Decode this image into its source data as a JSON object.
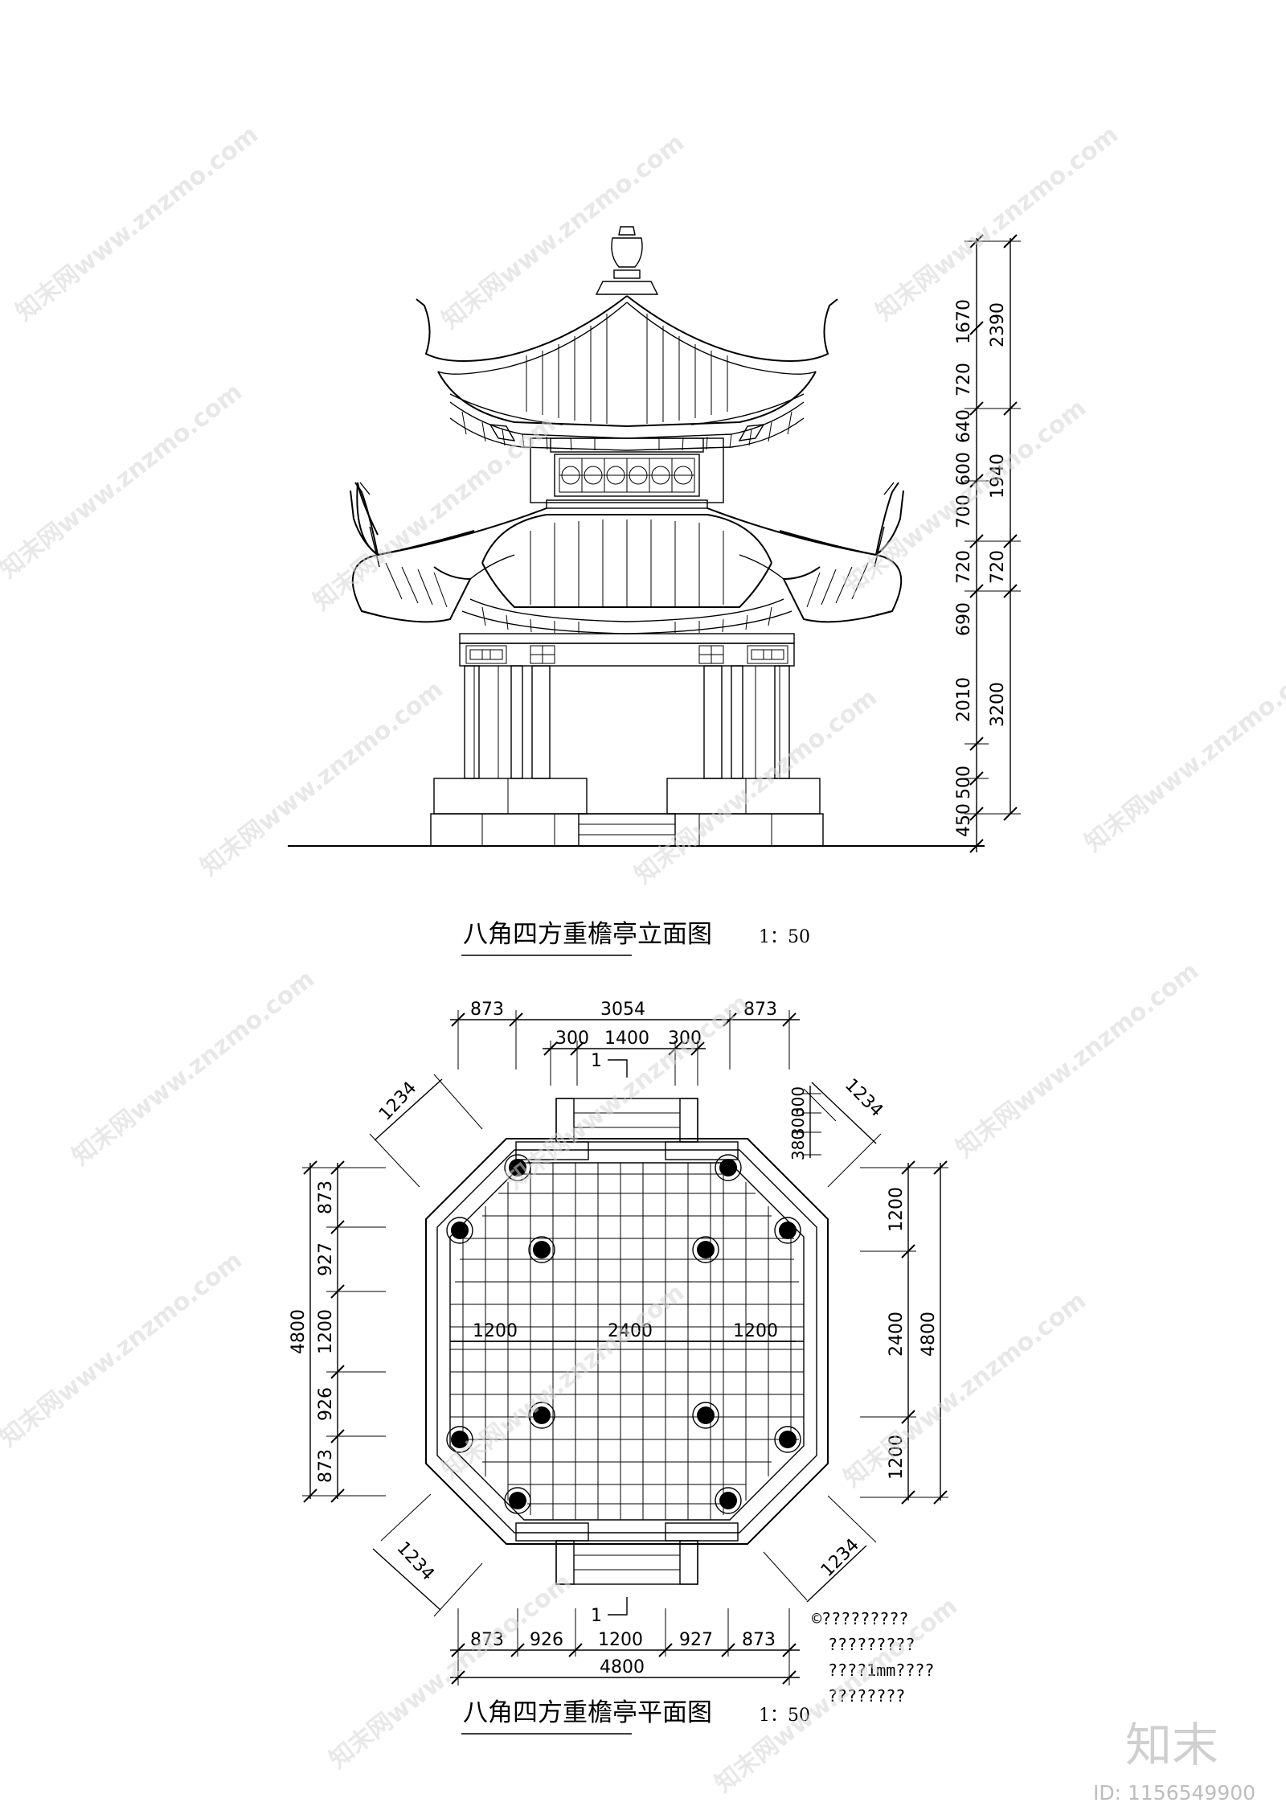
{
  "elevation": {
    "title": "八角四方重檐亭立面图",
    "scale": "1：50",
    "dims_inner": [
      "1670",
      "720",
      "640",
      "600",
      "700",
      "720",
      "690",
      "2010",
      "500",
      "450"
    ],
    "dims_outer": [
      "2390",
      "1940",
      "720",
      "3200"
    ]
  },
  "plan": {
    "title": "八角四方重檐亭平面图",
    "scale": "1：50",
    "top_dims": [
      "873",
      "3054",
      "873"
    ],
    "top_sub_dims": [
      "300",
      "1400",
      "300"
    ],
    "section_mark": "1",
    "diag_dims": [
      "1234",
      "1234",
      "1234",
      "1234"
    ],
    "step_dims": [
      "300",
      "300",
      "380"
    ],
    "left_dims": [
      "873",
      "927",
      "1200",
      "926",
      "873"
    ],
    "left_total": "4800",
    "right_dims": [
      "1200",
      "2400",
      "1200"
    ],
    "right_total": "4800",
    "inner_dims": [
      "1200",
      "2400",
      "1200"
    ],
    "bottom_dims": [
      "873",
      "926",
      "1200",
      "927",
      "873"
    ],
    "bottom_total": "4800",
    "note_lines": [
      "©?????????",
      "?????????",
      "????1mm????",
      "????????"
    ]
  },
  "watermark": {
    "text": "知末网www.znzmo.com",
    "brand": "知末",
    "id_label": "ID: 1156549900"
  }
}
